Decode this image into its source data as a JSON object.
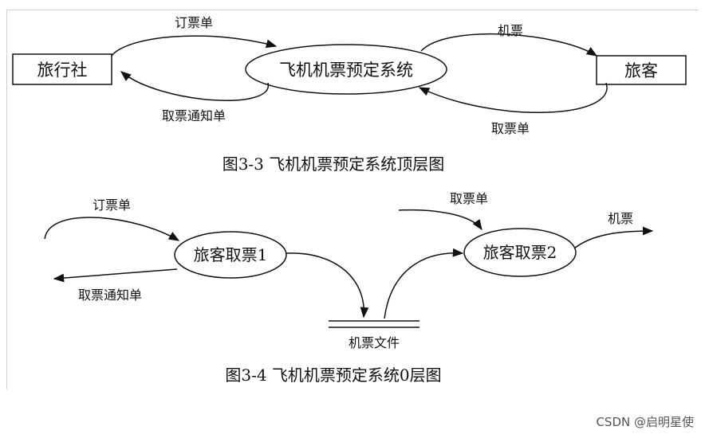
{
  "diagram_top": {
    "entity_left": "旅行社",
    "process": "飞机机票预定系统",
    "entity_right": "旅客",
    "flow_order": "订票单",
    "flow_notice": "取票通知单",
    "flow_ticket": "机票",
    "flow_pickup": "取票单",
    "caption": "图3-3 飞机机票预定系统顶层图"
  },
  "diagram_bottom": {
    "process_1": "旅客取票1",
    "process_2": "旅客取票2",
    "datastore": "机票文件",
    "flow_order": "订票单",
    "flow_notice": "取票通知单",
    "flow_pickup": "取票单",
    "flow_ticket": "机票",
    "caption": "图3-4 飞机机票预定系统0层图"
  },
  "watermark": "CSDN @启明星使"
}
